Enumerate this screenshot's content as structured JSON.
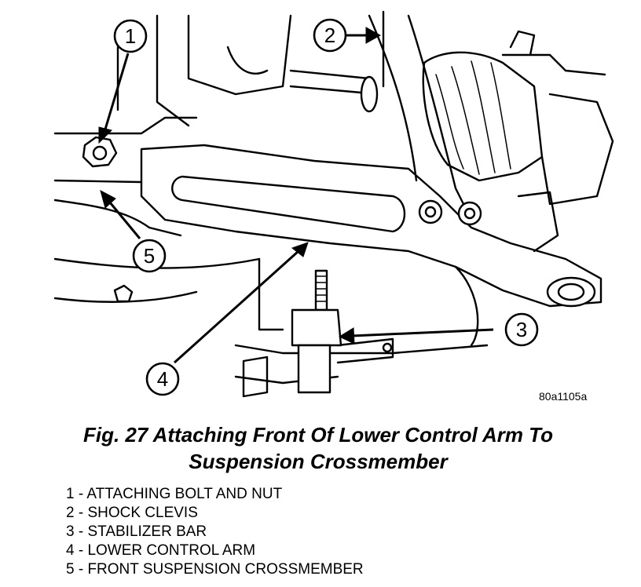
{
  "figure": {
    "code": "80a1105a",
    "callouts": [
      "1",
      "2",
      "3",
      "4",
      "5"
    ]
  },
  "caption": {
    "line1": "Fig. 27 Attaching Front Of Lower Control Arm To",
    "line2": "Suspension Crossmember"
  },
  "legend": [
    "1 - ATTACHING BOLT AND NUT",
    "2 - SHOCK CLEVIS",
    "3 - STABILIZER BAR",
    "4 - LOWER CONTROL ARM",
    "5 - FRONT SUSPENSION CROSSMEMBER"
  ],
  "colors": {
    "ink": "#000000",
    "paper": "#ffffff"
  }
}
